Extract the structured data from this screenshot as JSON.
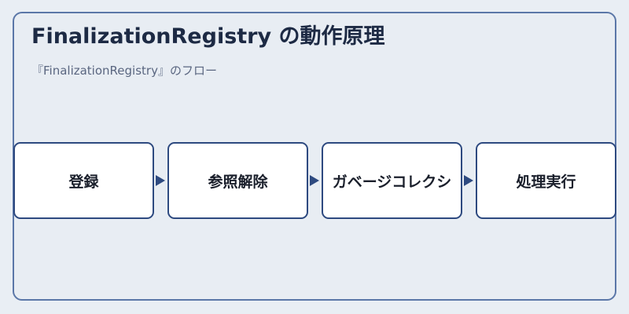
{
  "title": "FinalizationRegistry の動作原理",
  "subtitle": "『FinalizationRegistry』のフロー",
  "steps": [
    {
      "label": "登録"
    },
    {
      "label": "参照解除"
    },
    {
      "label": "ガベージコレクシ"
    },
    {
      "label": "処理実行"
    }
  ],
  "colors": {
    "background": "#e9eef4",
    "frame_border": "#5b77a8",
    "box_border": "#2e4a80",
    "box_fill": "#ffffff",
    "arrow": "#2e4a80",
    "title_text": "#1d2a44"
  }
}
